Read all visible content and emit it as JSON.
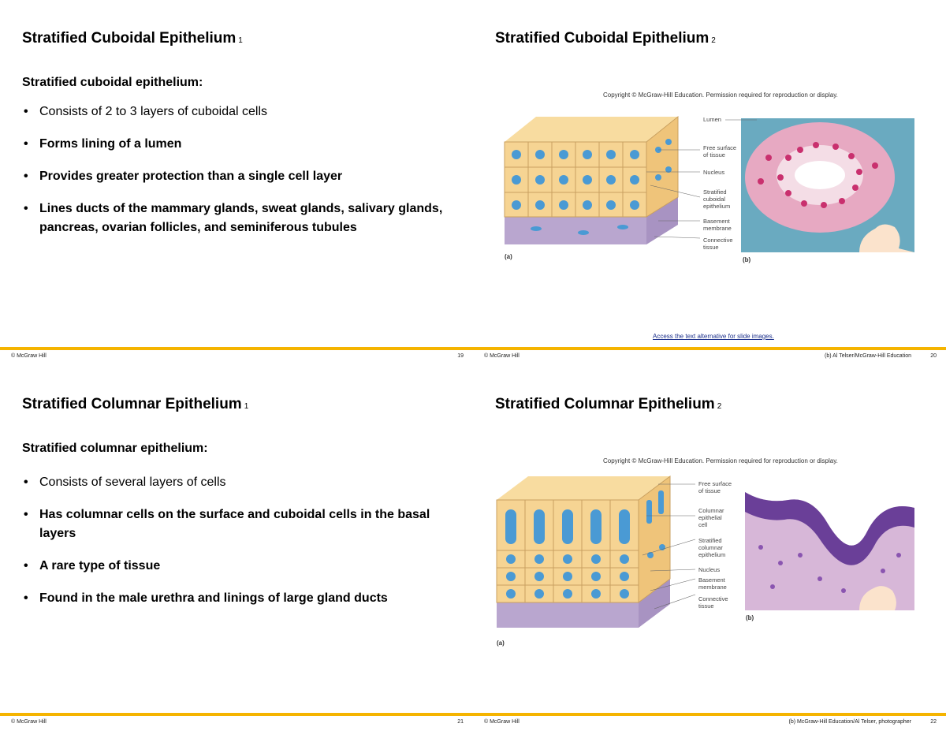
{
  "slides": [
    {
      "title": "Stratified Cuboidal Epithelium",
      "title_sub": "1",
      "lead": "Stratified cuboidal epithelium:",
      "bullets": [
        "Consists of 2 to 3 layers of cuboidal cells",
        "Forms lining of a lumen",
        "Provides greater protection than a single cell layer",
        "Lines ducts of the mammary glands, sweat glands, salivary glands, pancreas, ovarian follicles, and seminiferous tubules"
      ],
      "footer_left": "© McGraw Hill",
      "page_number": "19"
    },
    {
      "title": "Stratified Cuboidal Epithelium",
      "title_sub": "2",
      "copyright": "Copyright © McGraw-Hill Education. Permission required for reproduction or display.",
      "figure_labels": [
        "Lumen",
        "Free surface",
        "of tissue",
        "Nucleus",
        "Stratified",
        "cuboidal",
        "epithelium",
        "Basement",
        "membrane",
        "Connective",
        "tissue"
      ],
      "panel_a": "(a)",
      "panel_b": "(b)",
      "link_text": "Access the text alternative for slide images.",
      "footer_left": "© McGraw Hill",
      "credit": "(b) Al Telser/McGraw-Hill Education",
      "page_number": "20"
    },
    {
      "title": "Stratified Columnar Epithelium",
      "title_sub": "1",
      "lead": "Stratified columnar epithelium:",
      "bullets": [
        "Consists of several layers of cells",
        "Has columnar cells on the surface and cuboidal cells in the basal layers",
        "A rare type of tissue",
        "Found in the male urethra and linings of large gland ducts"
      ],
      "footer_left": "© McGraw Hill",
      "page_number": "21"
    },
    {
      "title": "Stratified Columnar Epithelium",
      "title_sub": "2",
      "copyright": "Copyright © McGraw-Hill Education. Permission required for reproduction or display.",
      "figure_labels": [
        "Free surface",
        "of tissue",
        "Columnar",
        "epithelial",
        "cell",
        "Stratified",
        "columnar",
        "epithelium",
        "Nucleus",
        "Basement",
        "membrane",
        "Connective",
        "tissue"
      ],
      "panel_a": "(a)",
      "panel_b": "(b)",
      "footer_left": "© McGraw Hill",
      "credit": "(b) McGraw-Hill Education/Al Telser, photographer",
      "page_number": "22"
    }
  ],
  "colors": {
    "accent": "#f5b400",
    "cell": "#f6d493",
    "nucleus": "#4a9ad4",
    "basement": "#b9a6cf"
  }
}
